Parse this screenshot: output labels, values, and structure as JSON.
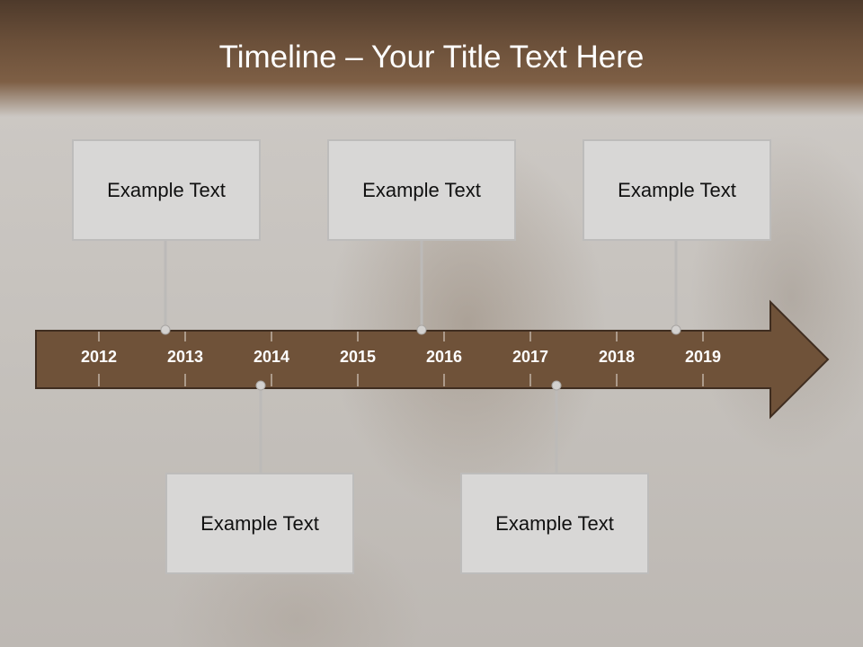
{
  "slide": {
    "title": "Timeline – Your Title Text Here"
  },
  "timeline": {
    "years": [
      "2012",
      "2013",
      "2014",
      "2015",
      "2016",
      "2017",
      "2018",
      "2019"
    ],
    "arrow_color": "#6f5239",
    "events": [
      {
        "text": "Example Text",
        "position": "above"
      },
      {
        "text": "Example Text",
        "position": "above"
      },
      {
        "text": "Example Text",
        "position": "above"
      },
      {
        "text": "Example Text",
        "position": "below"
      },
      {
        "text": "Example Text",
        "position": "below"
      }
    ]
  }
}
